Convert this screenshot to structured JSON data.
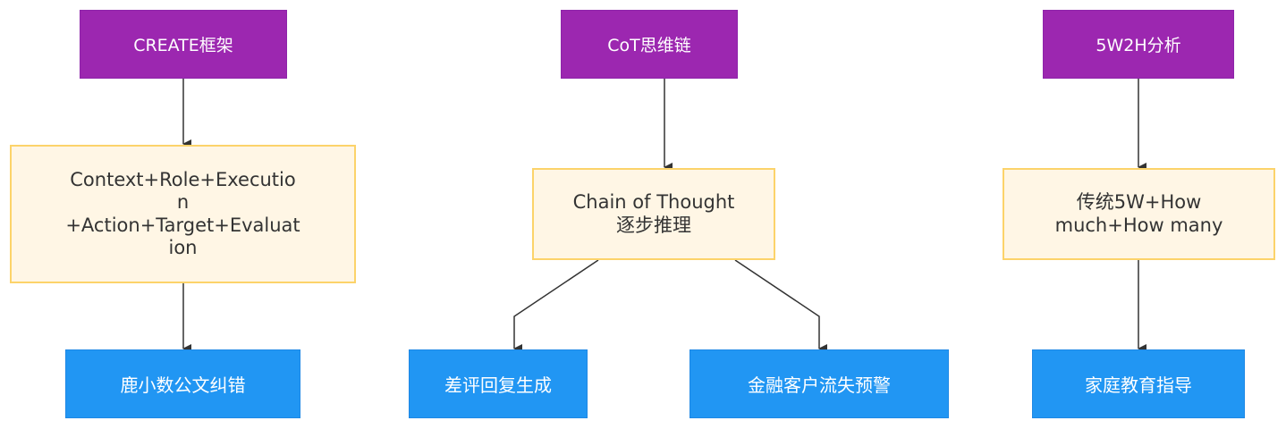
{
  "diagram": {
    "columns": [
      {
        "title": "CREATE框架",
        "description": "Context+Role+Executio\nn\n+Action+Target+Evaluat\nion",
        "applications": [
          "鹿小数公文纠错"
        ]
      },
      {
        "title": "CoT思维链",
        "description": "Chain of Thought\n逐步推理",
        "applications": [
          "差评回复生成",
          "金融客户流失预警"
        ]
      },
      {
        "title": "5W2H分析",
        "description": "传统5W+How\nmuch+How many",
        "applications": [
          "家庭教育指导"
        ]
      }
    ]
  },
  "colors": {
    "framework": "#9c27b0",
    "description": "#fff6e5",
    "description_border": "#fcd36a",
    "application": "#2196f3",
    "edge": "#333333"
  }
}
